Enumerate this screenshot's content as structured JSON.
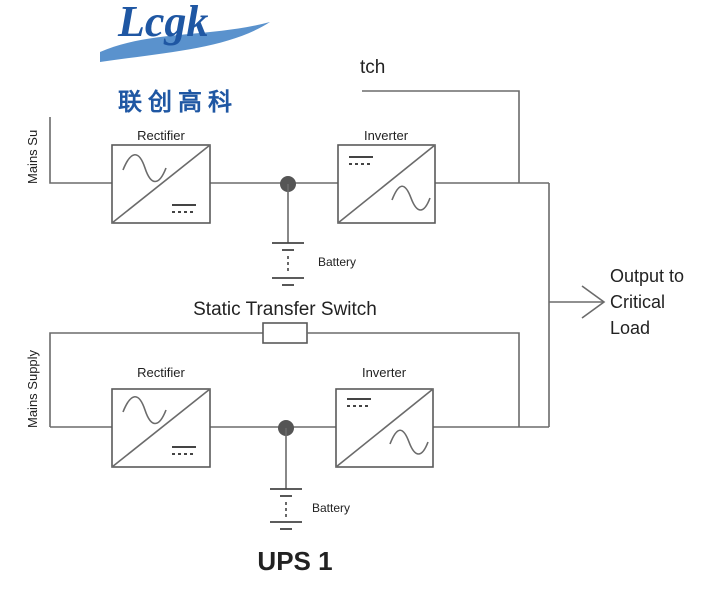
{
  "logo": {
    "wordmark": "Lcgk",
    "chinese": "联创高科",
    "colors": {
      "blue": "#1f57a3",
      "swoosh": "#3d7fc4"
    }
  },
  "top_ups": {
    "bypass_label_fragment": "tch",
    "input_label": "Mains Su",
    "rectifier_label": "Rectifier",
    "inverter_label": "Inverter",
    "battery_label": "Battery"
  },
  "bottom_ups": {
    "bypass_label": "Static Transfer Switch",
    "input_label": "Mains Supply",
    "rectifier_label": "Rectifier",
    "inverter_label": "Inverter",
    "battery_label": "Battery",
    "caption": "UPS 1"
  },
  "output": {
    "lines": [
      "Output to",
      "Critical",
      "Load"
    ]
  },
  "colors": {
    "wire": "#6b6b6b",
    "text": "#222222",
    "node": "#555555"
  }
}
